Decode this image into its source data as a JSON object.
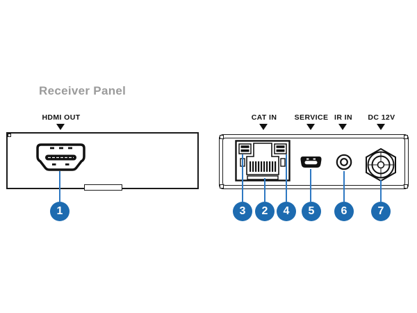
{
  "title": {
    "text": "Receiver Panel"
  },
  "labels": {
    "hdmi_out": "HDMI OUT",
    "cat_in": "CAT IN",
    "service": "SERVICE",
    "ir_in": "IR IN",
    "dc_12v": "DC 12V"
  },
  "callouts": {
    "c1": "1",
    "c2": "2",
    "c3": "3",
    "c4": "4",
    "c5": "5",
    "c6": "6",
    "c7": "7"
  },
  "colors": {
    "title_gray": "#9b9b9b",
    "callout_circle_blue": "#1d6bb0",
    "callout_line_blue": "#2e78c2",
    "outline_black": "#1a1a1a",
    "background": "#ffffff"
  },
  "icons": [
    "hdmi-port-icon",
    "rj45-port-icon",
    "micro-usb-port-icon",
    "ir-jack-icon",
    "dc-connector-icon",
    "down-arrow-icon"
  ]
}
